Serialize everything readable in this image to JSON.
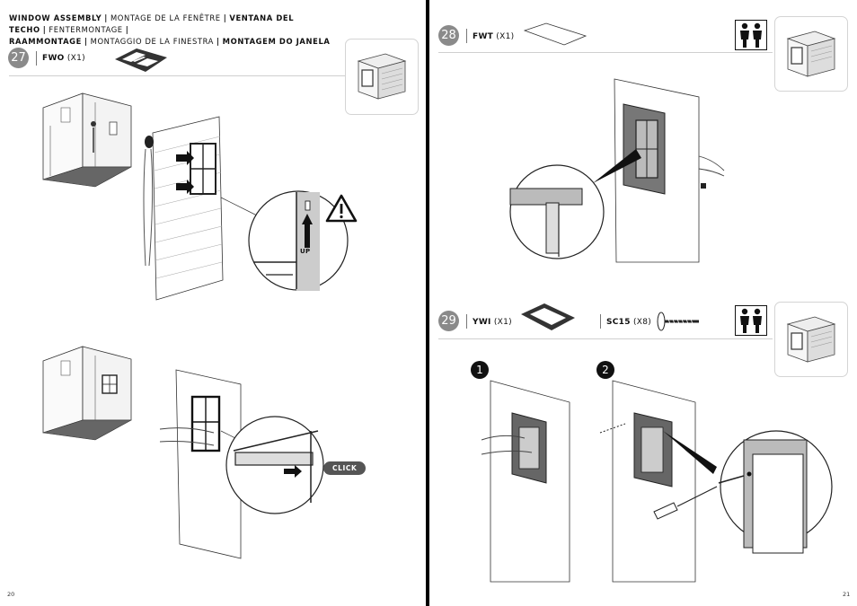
{
  "header": {
    "segments": [
      {
        "text": "WINDOW ASSEMBLY",
        "bold": true
      },
      {
        "text": "MONTAGE DE LA FENÊTRE",
        "bold": false
      },
      {
        "text": "VENTANA DEL TECHO",
        "bold": true
      },
      {
        "text": "FENTERMONTAGE",
        "bold": false
      },
      {
        "text": "RAAMMONTAGE",
        "bold": true
      },
      {
        "text": "MONTAGGIO DE LA FINESTRA",
        "bold": false
      },
      {
        "text": "MONTAGEM DO JANELA",
        "bold": true
      }
    ],
    "separator": "|"
  },
  "steps": {
    "s27": {
      "number": "27",
      "part_code": "FWO",
      "part_qty": "(X1)"
    },
    "s28": {
      "number": "28",
      "part_code": "FWT",
      "part_qty": "(X1)"
    },
    "s29": {
      "number": "29",
      "part_code": "YWI",
      "part_qty": "(X1)",
      "part2_code": "SC15",
      "part2_qty": "(X8)",
      "substep1": "1",
      "substep2": "2"
    }
  },
  "callouts": {
    "up_label": "UP",
    "click_label": "CLICK"
  },
  "pages": {
    "left": "20",
    "right": "21"
  },
  "colors": {
    "accent": "#8a8a8a",
    "spine": "#000000",
    "line": "#222222"
  }
}
